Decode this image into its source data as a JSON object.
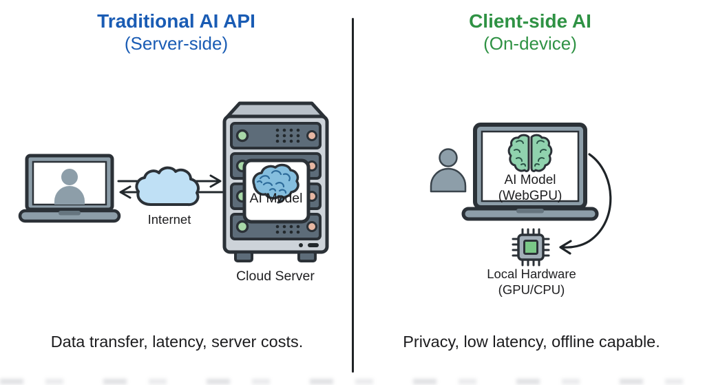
{
  "page": {
    "background": "#ffffff",
    "kind": "comparison-diagram"
  },
  "colors": {
    "title_blue": "#1a5cb4",
    "title_green": "#2f9244",
    "text_dark": "#1d1d1f",
    "outline_dark": "#2b3137",
    "device_gray": "#8d9ea9",
    "server_body": "#cdd3d9",
    "server_slot": "#5d6c79",
    "led_green": "#a8d8a8",
    "led_pink": "#e7b7a3",
    "cloud_blue": "#bfe0f5",
    "brain_blue": "#85bede",
    "brain_green": "#90d2ae",
    "chip_green": "#7ac787"
  },
  "icons": {
    "left": [
      "laptop-icon",
      "user-icon",
      "transfer-arrows-icon",
      "cloud-icon",
      "server-rack-icon",
      "brain-icon"
    ],
    "right": [
      "user-icon",
      "laptop-icon",
      "brain-icon",
      "curved-arrow-icon",
      "cpu-chip-icon"
    ]
  },
  "left_panel": {
    "title": "Traditional AI API",
    "subtitle": "(Server-side)",
    "internet_label": "Internet",
    "ai_model_label": "AI Model",
    "server_label": "Cloud Server",
    "caption": "Data transfer, latency, server costs."
  },
  "right_panel": {
    "title": "Client-side AI",
    "subtitle": "(On-device)",
    "ai_model_label_line1": "AI Model",
    "ai_model_label_line2": "(WebGPU)",
    "hardware_label_line1": "Local Hardware",
    "hardware_label_line2": "(GPU/CPU)",
    "caption": "Privacy, low latency, offline capable."
  }
}
